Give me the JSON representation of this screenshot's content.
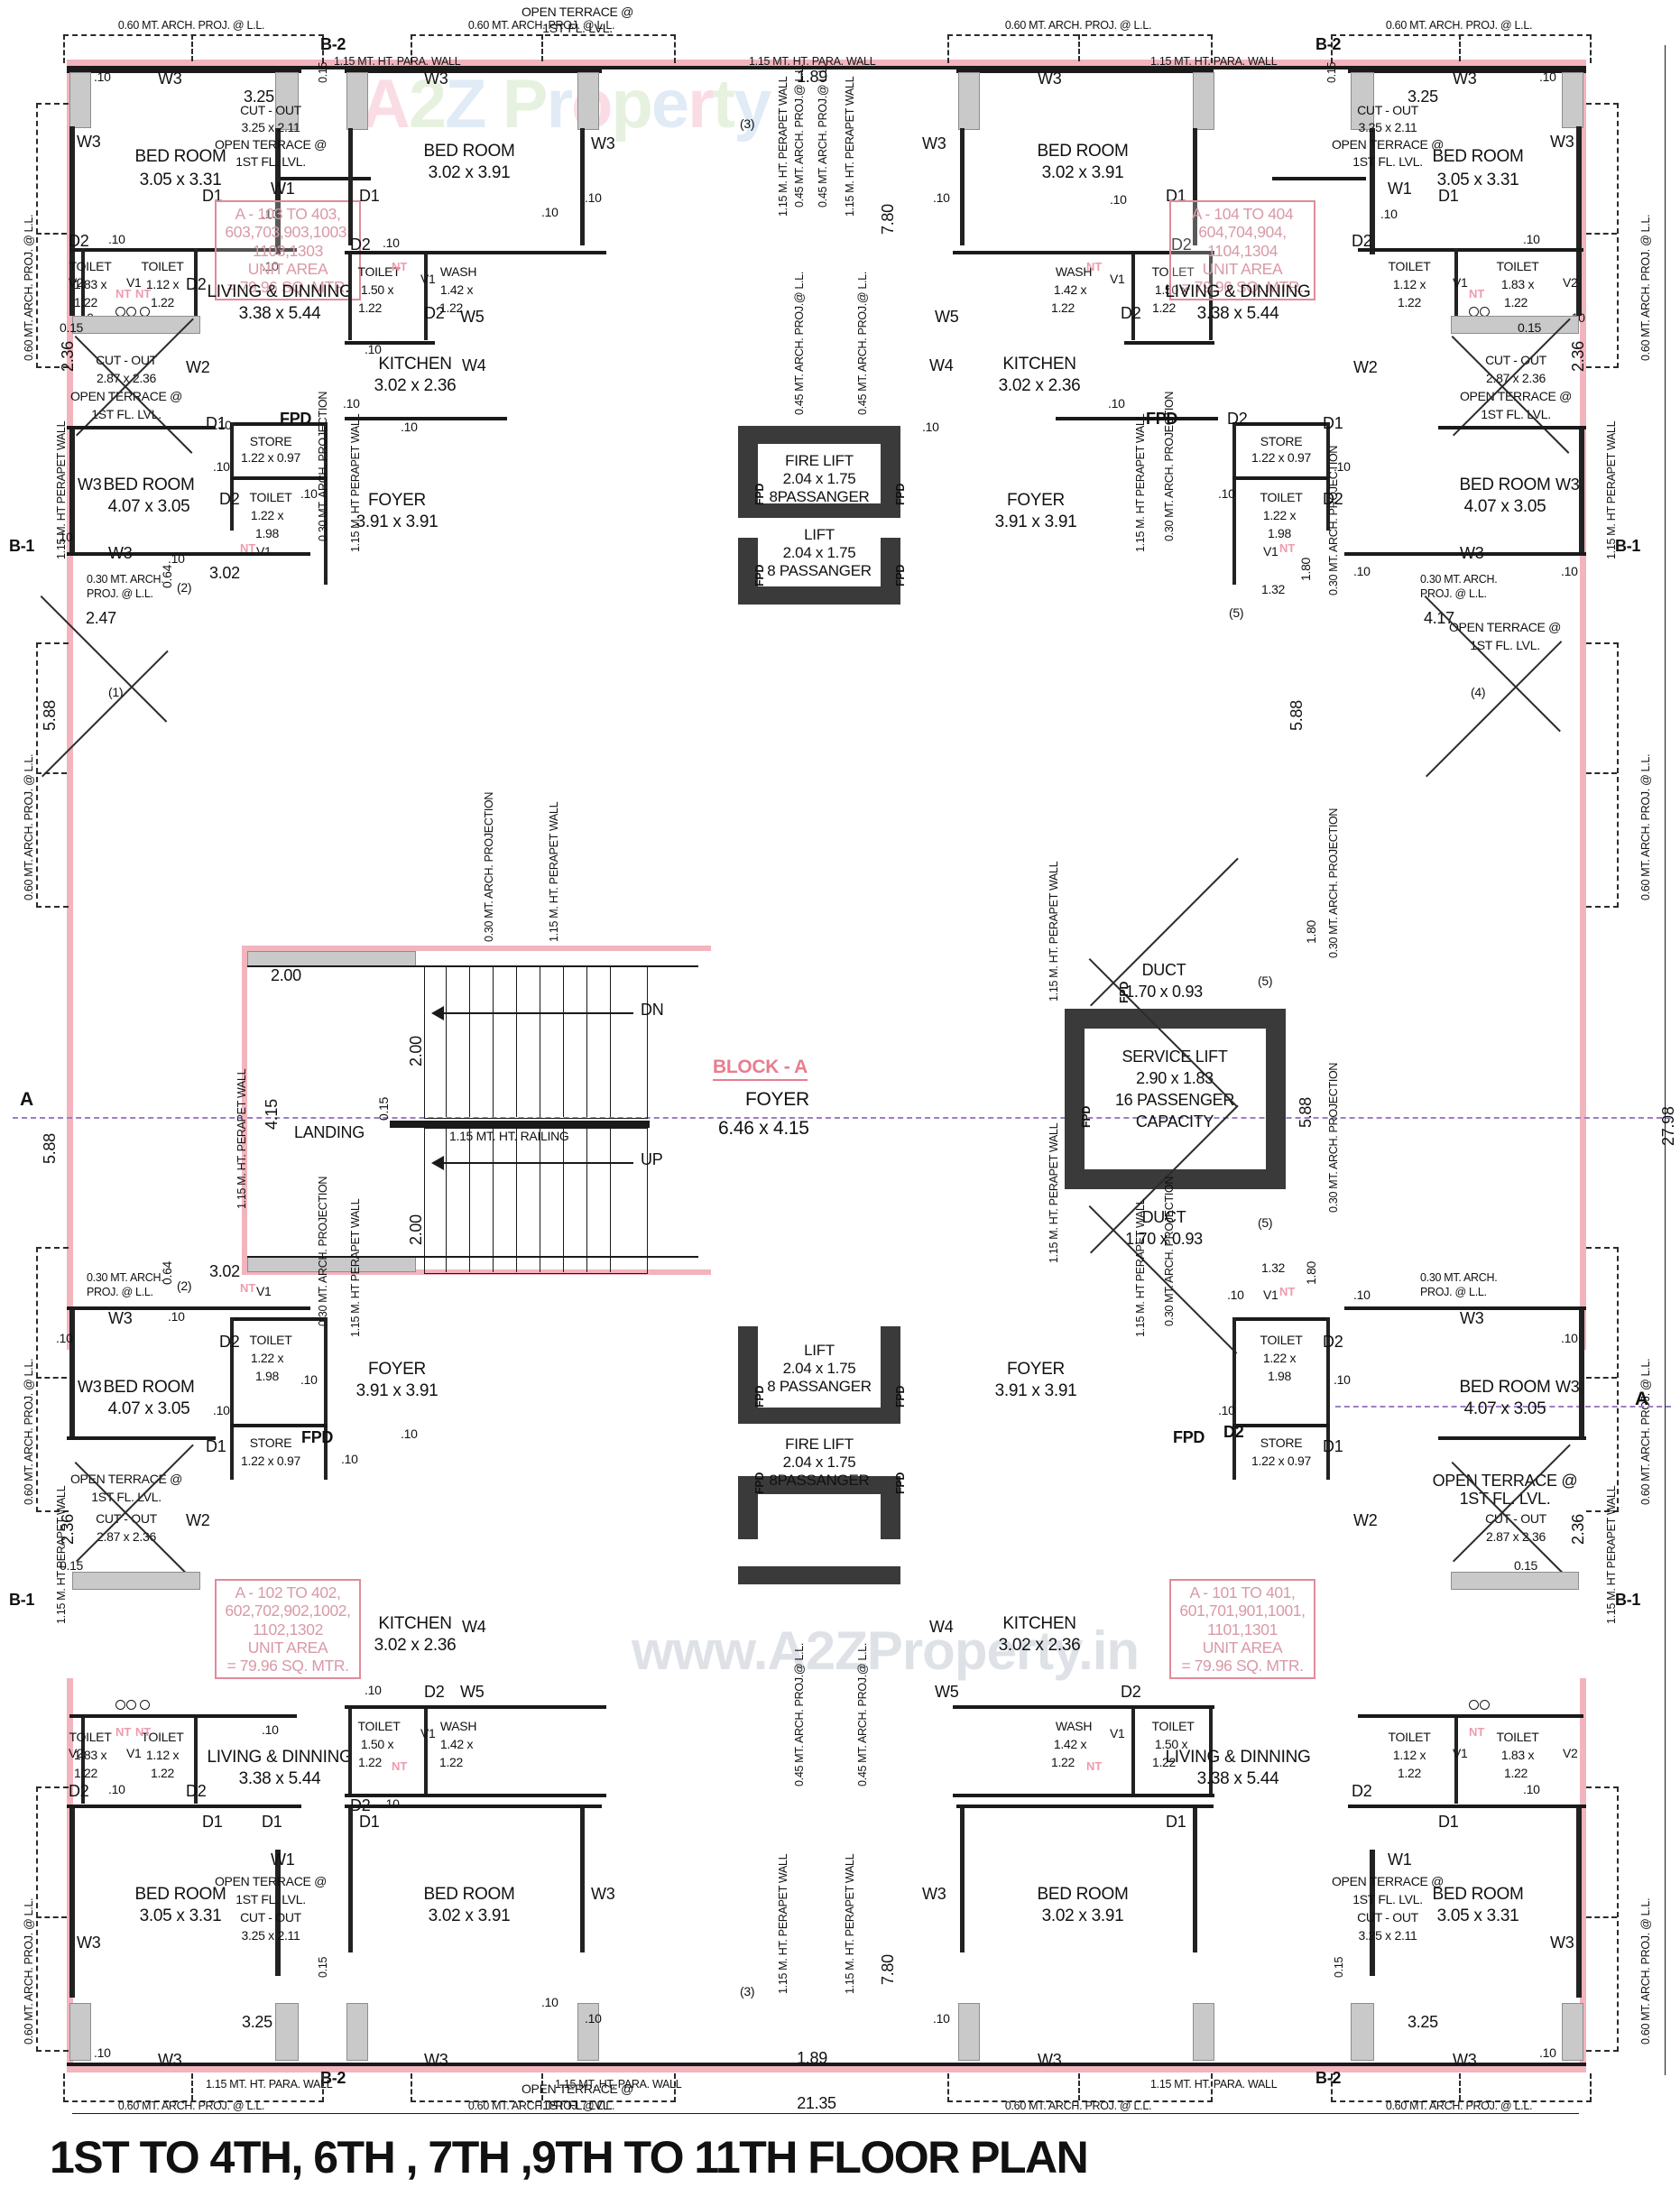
{
  "sheet": {
    "title": "1ST TO 4TH, 6TH , 7TH ,9TH TO 11TH FLOOR PLAN",
    "watermark_top": "A2Z Property",
    "watermark_bottom": "www.A2ZProperty.in",
    "block_label": "BLOCK - A",
    "accent_pink": "#e08b9a",
    "accent_wall_pink": "#f2b4bd",
    "axis_color": "#9a7fc4"
  },
  "overall": {
    "width_dim": "21.35",
    "height_dim": "27.98",
    "section_mark_left": "A",
    "section_mark_right": "A",
    "left_bay_upper": "5.88",
    "left_bay_lower": "5.88",
    "right_bay_upper": "5.88",
    "right_bay_lower": "5.88"
  },
  "units": [
    {
      "id": "unit-a-103",
      "lines": [
        "A - 103 TO 403,",
        "603,703,903,1003,",
        "1103,1303",
        "UNIT AREA",
        "= 79.96 SQ. MTR."
      ]
    },
    {
      "id": "unit-a-104",
      "lines": [
        "A - 104 TO 404",
        "604,704,904,",
        "1104,1304",
        "UNIT AREA",
        "= 79.96 SQ. MTR."
      ]
    },
    {
      "id": "unit-a-102",
      "lines": [
        "A - 102 TO 402,",
        "602,702,902,1002,",
        "1102,1302",
        "UNIT AREA",
        "= 79.96 SQ. MTR."
      ]
    },
    {
      "id": "unit-a-101",
      "lines": [
        "A - 101 TO 401,",
        "601,701,901,1001,",
        "1101,1301",
        "UNIT AREA",
        "= 79.96 SQ. MTR."
      ]
    }
  ],
  "rooms": {
    "bedroom_corner": {
      "name": "BED ROOM",
      "dim": "3.05 x 3.31"
    },
    "bedroom_mid": {
      "name": "BED ROOM",
      "dim": "3.02 x 3.91"
    },
    "bedroom_side": {
      "name": "BED ROOM",
      "dim": "4.07 x 3.05"
    },
    "living": {
      "name": "LIVING & DINNING",
      "dim": "3.38 x 5.44"
    },
    "kitchen": {
      "name": "KITCHEN",
      "dim": "3.02 x 2.36"
    },
    "toilet_a": {
      "name": "TOILET",
      "dim": "1.83 x",
      "dim2": "1.22"
    },
    "toilet_b": {
      "name": "TOILET",
      "dim": "1.12 x",
      "dim2": "1.22"
    },
    "toilet_c": {
      "name": "TOILET",
      "dim": "1.50 x",
      "dim2": "1.22"
    },
    "toilet_d": {
      "name": "TOILET",
      "dim": "1.22 x",
      "dim2": "1.98"
    },
    "wash": {
      "name": "WASH",
      "dim": "1.42 x",
      "dim2": "1.22"
    },
    "store": {
      "name": "STORE",
      "dim": "1.22 x 0.97"
    },
    "foyer_unit": {
      "name": "FOYER",
      "dim": "3.91 x 3.91"
    },
    "foyer_block": {
      "name": "FOYER",
      "dim": "6.46 x 4.15"
    },
    "duct": {
      "name": "DUCT",
      "dim": "1.70 x 0.93"
    },
    "landing": {
      "name": "LANDING"
    },
    "cut_out_corner": {
      "l1": "CUT - OUT",
      "l2": "3.25 x 2.11",
      "l3": "OPEN TERRACE @",
      "l4": "1ST FL. LVL."
    },
    "cut_out_side": {
      "l1": "CUT - OUT",
      "l2": "2.87 x 2.36",
      "l3": "OPEN TERRACE @",
      "l4": "1ST FL. LVL."
    },
    "open_terrace": {
      "l1": "OPEN TERRACE @",
      "l2": "1ST FL. LVL."
    }
  },
  "lifts": [
    {
      "name": "FIRE LIFT",
      "dim": "2.04 x 1.75",
      "capacity": "8PASSANGER"
    },
    {
      "name": "LIFT",
      "dim": "2.04 x 1.75",
      "capacity": "8 PASSANGER"
    },
    {
      "name": "LIFT",
      "dim": "2.04 x 1.75",
      "capacity": "8 PASSANGER"
    },
    {
      "name": "FIRE LIFT",
      "dim": "2.04 x 1.75",
      "capacity": "8PASSANGER"
    },
    {
      "name": "SERVICE LIFT",
      "dim": "2.90 x 1.83",
      "capacity": "16 PASSENGER",
      "capacity2": "CAPACITY"
    }
  ],
  "notes": {
    "arch_proj_060": "0.60 MT. ARCH. PROJ. @ L.L.",
    "arch_proj_030": "0.30 MT. ARCH.",
    "arch_proj_030b": "PROJ. @ L.L.",
    "arch_projection": "0.30 MT. ARCH. PROJECTION",
    "para_wall": "1.15 MT. HT. PARA. WALL",
    "parapet_wall": "1.15 M. HT PERAPET WALL",
    "parapet_wall2": "1.15 M. HT. PERAPET WALL",
    "railing": "1.15 MT. HT. RAILING",
    "arch_proj_045": "0.45 MT. ARCH. PROJ.@ L.L.",
    "open_terrace_note": "OPEN TERRACE @",
    "open_terrace_note2": "1ST FL. LVL."
  },
  "markers": {
    "b1": "B-1",
    "b2": "B-2",
    "fpd": "FPD",
    "dn": "DN",
    "up": "UP",
    "nt": "NT"
  },
  "doors_windows": {
    "w1": "W1",
    "w2": "W2",
    "w3": "W3",
    "w4": "W4",
    "w5": "W5",
    "d1": "D1",
    "d2": "D2",
    "v1": "V1",
    "v2": "V2"
  },
  "dims": {
    "d_10": ".10",
    "d_15": "0.15",
    "d_15b": ".15",
    "d_325": "3.25",
    "d_189": "1.89",
    "d_236": "2.36",
    "d_247": "2.47",
    "d_200": "2.00",
    "d_415": "4.15",
    "d_302": "3.02",
    "d_064": "0.64",
    "d_417": "4.17",
    "d_132": "1.32",
    "d_180": "1.80",
    "d_588": "5.88",
    "d_780": "7.80",
    "d_211": "2.11"
  },
  "circle_numbers": [
    "(1)",
    "(2)",
    "(3)",
    "(4)",
    "(5)"
  ]
}
